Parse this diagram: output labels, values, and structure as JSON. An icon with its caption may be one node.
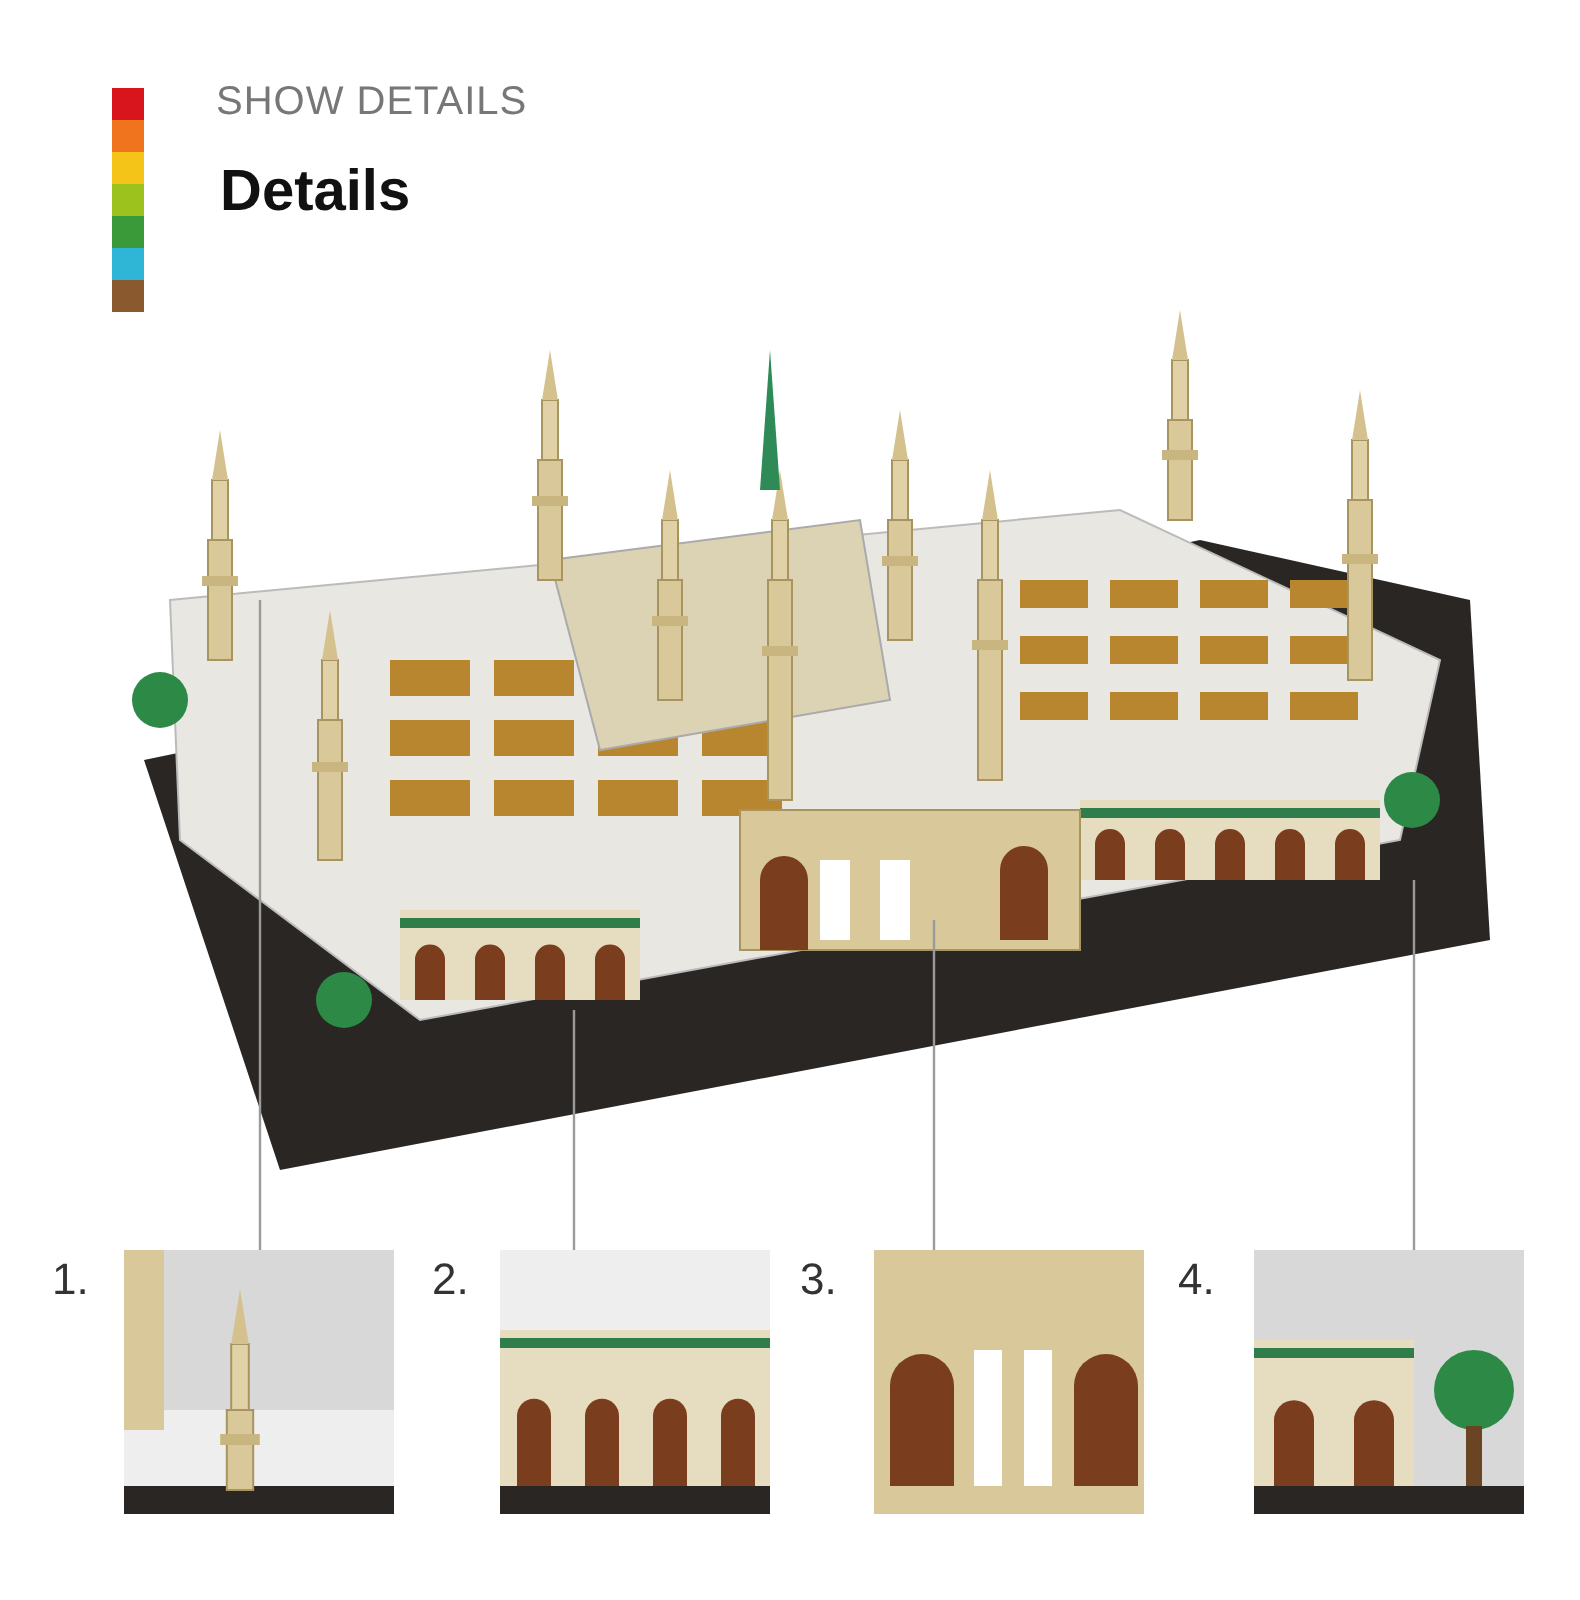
{
  "diagram": {
    "title": "Details",
    "nodes": [
      {
        "text": [],
        "shape": "picture"
      },
      {
        "text": [],
        "shape": "picture",
        "beside": [
          "1."
        ]
      },
      {
        "text": [],
        "shape": "picture",
        "beside": [
          "2."
        ]
      },
      {
        "text": [],
        "shape": "picture",
        "beside": [
          "3."
        ]
      },
      {
        "text": [],
        "shape": "picture",
        "beside": [
          "4."
        ]
      }
    ],
    "edges": [
      {
        "from": 1,
        "to": 0,
        "arrow": "none"
      },
      {
        "from": 2,
        "to": 0,
        "arrow": "none"
      },
      {
        "from": 3,
        "to": 0,
        "arrow": "none"
      },
      {
        "from": 4,
        "to": 0,
        "arrow": "none"
      }
    ],
    "labels": [
      "SHOW DETAILS"
    ]
  }
}
